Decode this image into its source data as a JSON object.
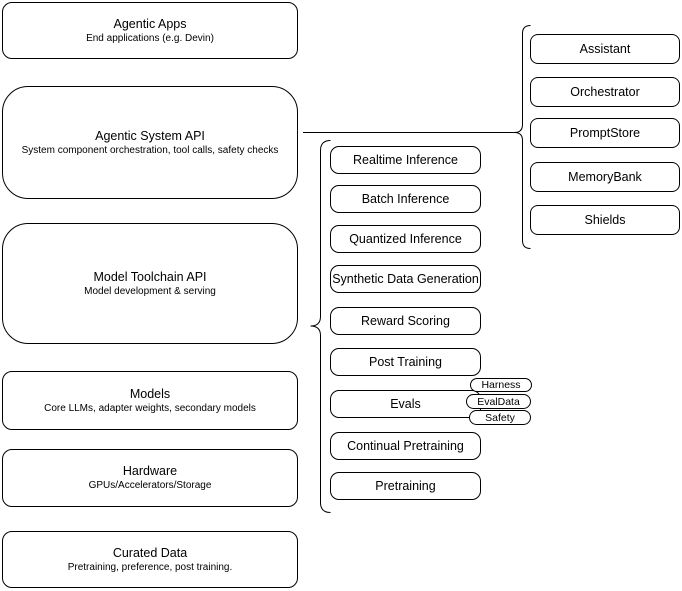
{
  "diagram": {
    "background_color": "#ffffff",
    "stroke_color": "#000000",
    "text_color": "#000000",
    "left_stack": [
      {
        "title": "Agentic Apps",
        "subtitle": "End applications (e.g. Devin)"
      },
      {
        "title": "Agentic System API",
        "subtitle": "System component orchestration, tool calls, safety checks"
      },
      {
        "title": "Model Toolchain API",
        "subtitle": "Model development & serving"
      },
      {
        "title": "Models",
        "subtitle": "Core LLMs, adapter weights, secondary models"
      },
      {
        "title": "Hardware",
        "subtitle": "GPUs/Accelerators/Storage"
      },
      {
        "title": "Curated Data",
        "subtitle": "Pretraining, preference, post training."
      }
    ],
    "toolchain_stack": [
      "Realtime Inference",
      "Batch Inference",
      "Quantized Inference",
      "Synthetic Data Generation",
      "Reward Scoring",
      "Post Training",
      "Evals",
      "Continual Pretraining",
      "Pretraining"
    ],
    "eval_pills": [
      "Harness",
      "EvalData",
      "Safety"
    ],
    "system_components": [
      "Assistant",
      "Orchestrator",
      "PromptStore",
      "MemoryBank",
      "Shields"
    ]
  }
}
